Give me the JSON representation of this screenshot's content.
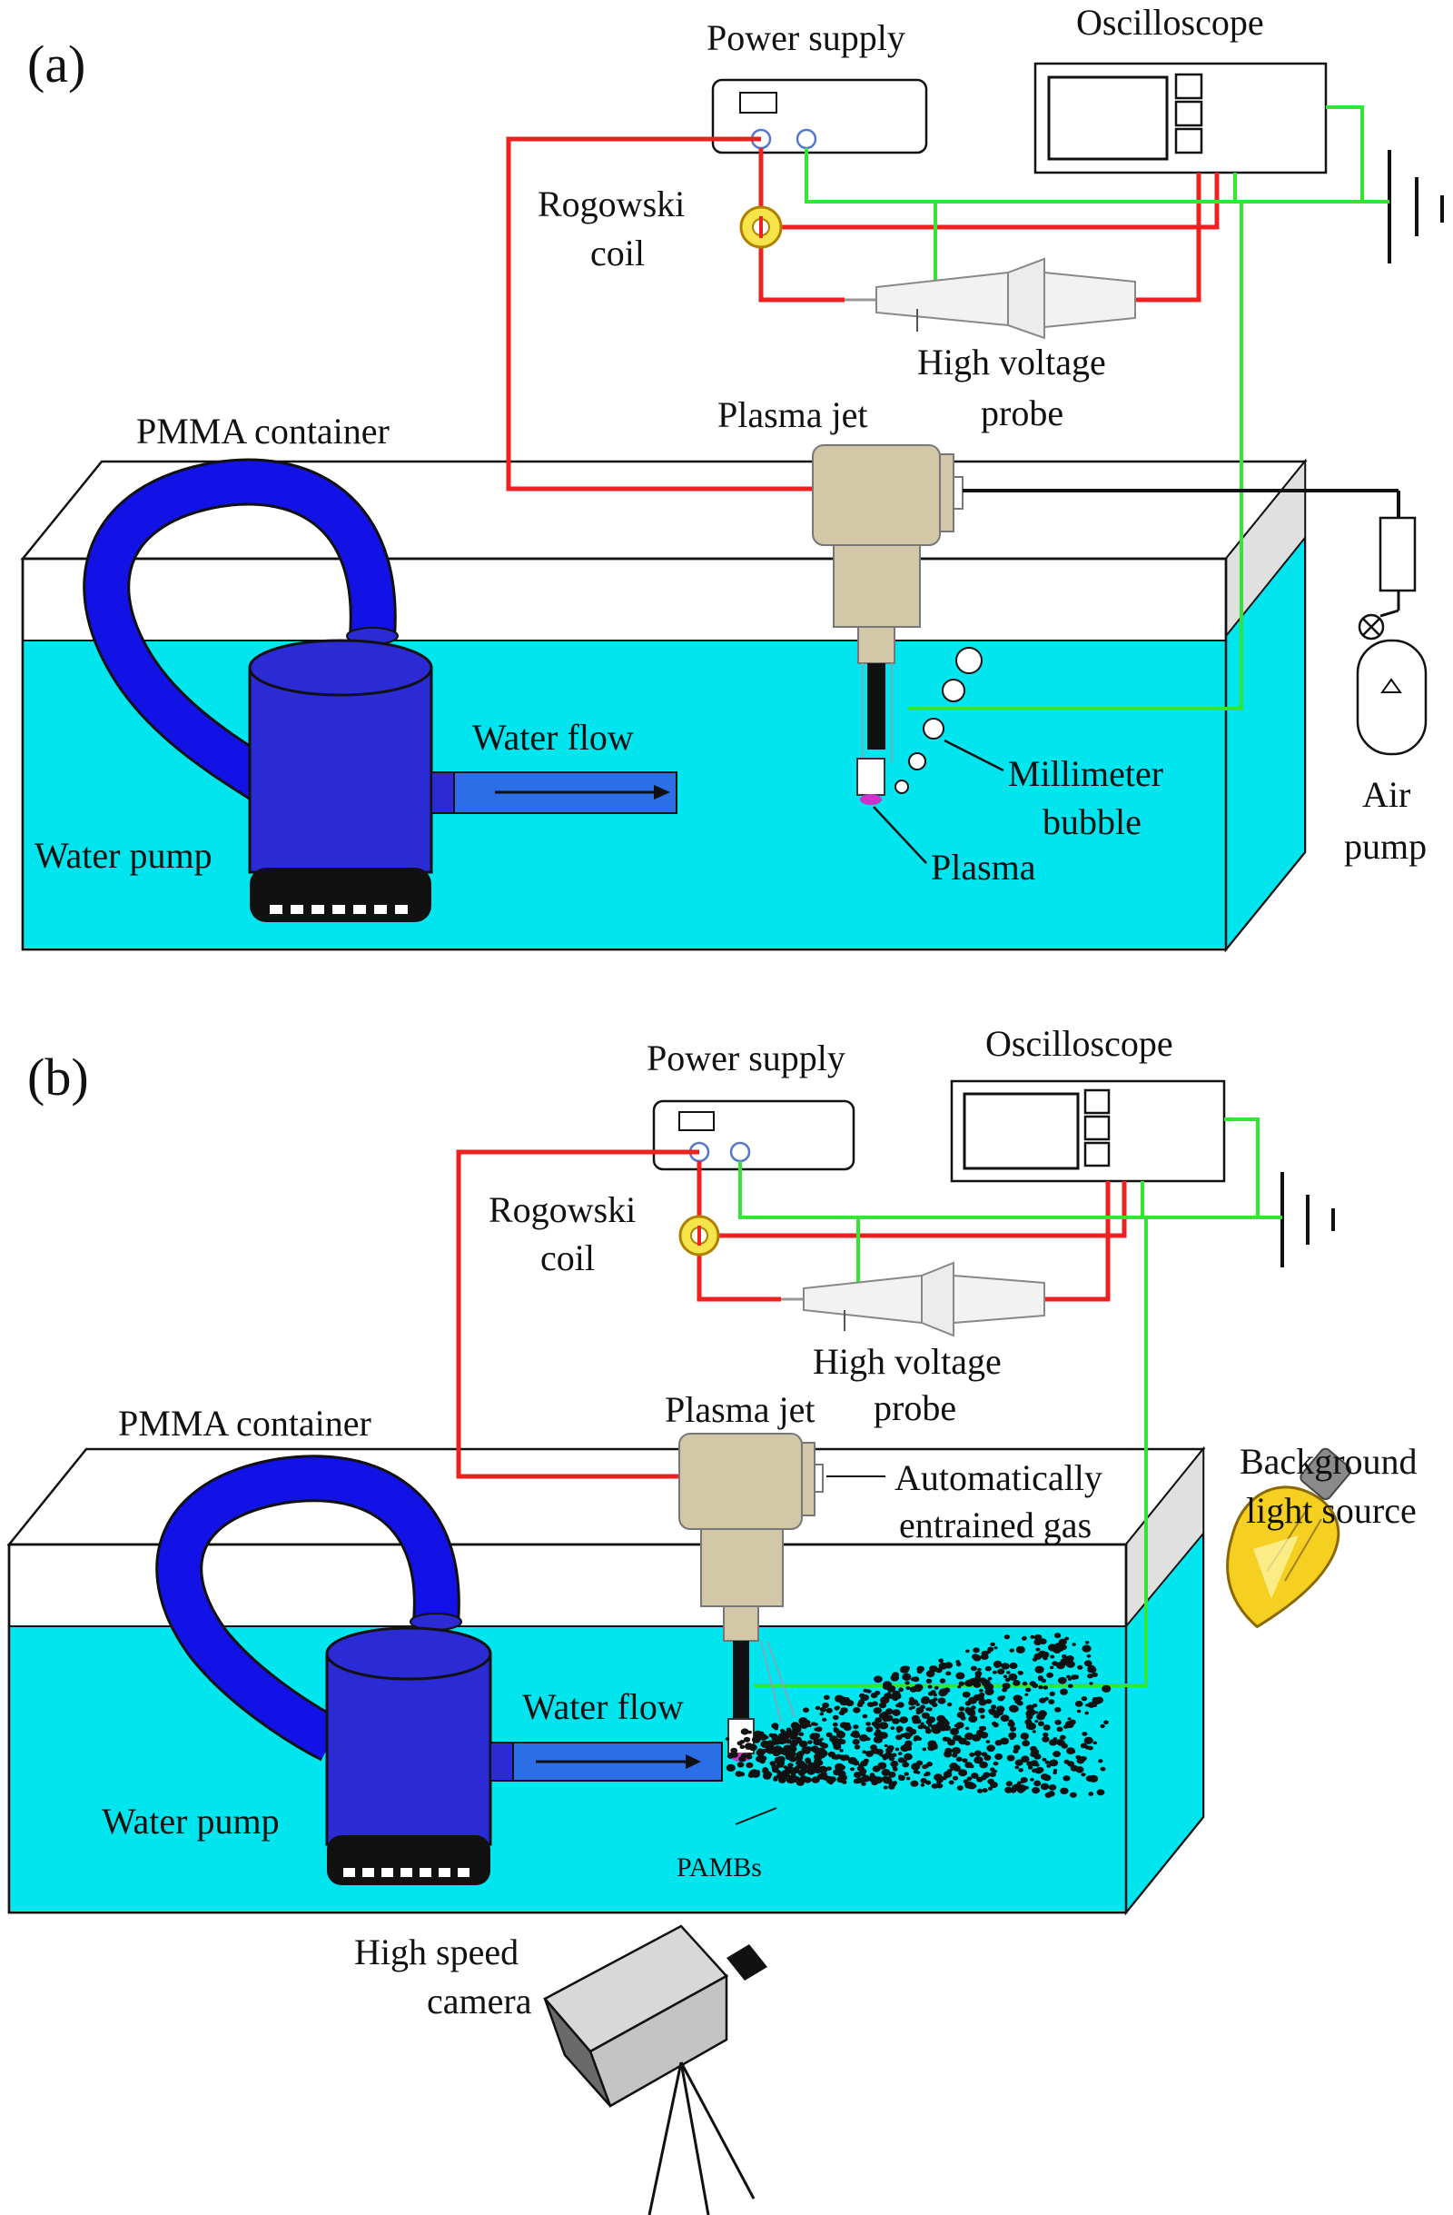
{
  "panel_a": {
    "tag": "(a)",
    "power_supply": "Power supply",
    "oscilloscope": "Oscilloscope",
    "rogowski_line1": "Rogowski",
    "rogowski_line2": "coil",
    "hv_probe_line1": "High voltage",
    "hv_probe_line2": "probe",
    "pmma_container": "PMMA container",
    "plasma_jet": "Plasma jet",
    "water_flow": "Water flow",
    "water_pump": "Water pump",
    "millimeter_line1": "Millimeter",
    "millimeter_line2": "bubble",
    "plasma": "Plasma",
    "air_pump_line1": "Air",
    "air_pump_line2": "pump"
  },
  "panel_b": {
    "tag": "(b)",
    "power_supply": "Power supply",
    "oscilloscope": "Oscilloscope",
    "rogowski_line1": "Rogowski",
    "rogowski_line2": "coil",
    "hv_probe_line1": "High voltage",
    "hv_probe_line2": "probe",
    "pmma_container": "PMMA container",
    "plasma_jet": "Plasma jet",
    "entrained_line1": "Automatically",
    "entrained_line2": "entrained gas",
    "background_line1": "Background",
    "background_line2": "light source",
    "water_flow": "Water flow",
    "water_pump": "Water pump",
    "pambs": "PAMBs",
    "camera_line1": "High speed",
    "camera_line2": "camera"
  },
  "colors": {
    "water": "#00e5ee",
    "pump_blue": "#2b2bd6",
    "hose_blue": "#1212e6",
    "red_wire": "#ee2020",
    "green_wire": "#33e633",
    "jet_body": "#d2c7a6",
    "bulb": "#f5d020"
  }
}
